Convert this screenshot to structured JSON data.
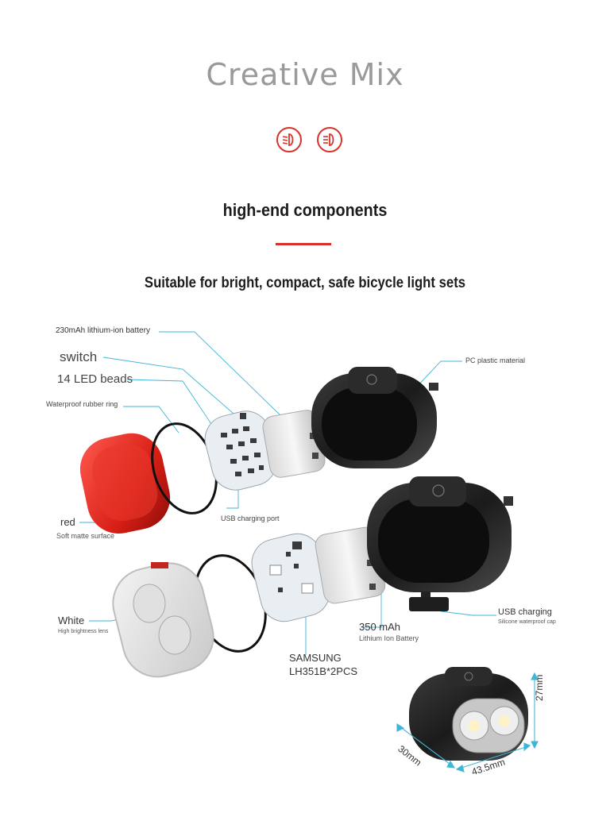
{
  "header": {
    "title": "Creative Mix",
    "icons": [
      "low-beam-headlight-icon",
      "high-beam-headlight-icon"
    ],
    "accent_color": "#d8332a"
  },
  "section": {
    "heading": "high-end components",
    "tagline": "Suitable for bright, compact, safe bicycle light sets"
  },
  "labels": {
    "battery_230": "230mAh lithium-ion battery",
    "switch": "switch",
    "led_beads": "14 LED beads",
    "rubber_ring": "Waterproof rubber ring",
    "pc_plastic": "PC plastic material",
    "usb_port": "USB charging port",
    "red": "red",
    "red_sub": "Soft matte surface",
    "white": "White",
    "white_sub": "High brightness lens",
    "mah_350": "350 mAh",
    "mah_350_sub": "Lithium Ion Battery",
    "usb_charging": "USB charging",
    "usb_charging_sub": "Silicone waterproof cap",
    "samsung_1": "SAMSUNG",
    "samsung_2": "LH351B*2PCS"
  },
  "dimensions": {
    "height": "27mm",
    "depth": "30mm",
    "width": "43.5mm"
  }
}
